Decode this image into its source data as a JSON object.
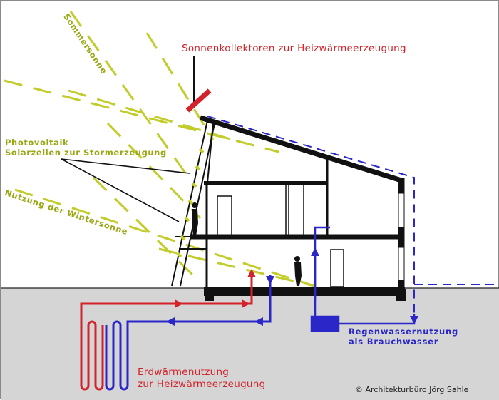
{
  "labels": {
    "summer_sun": "Sommersonne",
    "collectors": "Sonnenkollektoren zur Heizwärmeerzeugung",
    "pv_line1": "Photovoltaik",
    "pv_line2": "Solarzellen zur Stormerzeugung",
    "winter_sun": "Nutzung der Wintersonne",
    "rainwater_line1": "Regenwassernutzung",
    "rainwater_line2": "als Brauchwasser",
    "geothermal_line1": "Erdwärmenutzung",
    "geothermal_line2": "zur Heizwärmeerzeugung",
    "copyright": "© Architekturbüro Jörg Sahle"
  },
  "colors": {
    "heating_red": "#d2232a",
    "water_blue": "#2a26c8",
    "sun_green": "#c2cc2a",
    "ground": "#d5d5d5",
    "structure": "#111111"
  }
}
